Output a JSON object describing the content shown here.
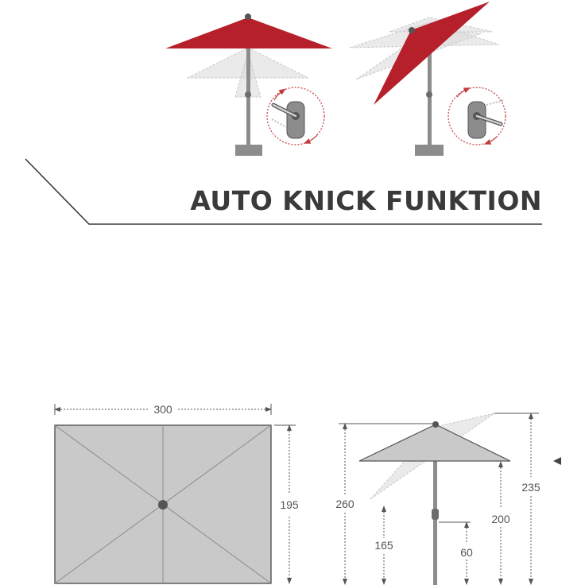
{
  "title": "AUTO KNICK FUNKTION",
  "colors": {
    "canopy_red": "#b5202a",
    "canopy_grey": "#c9c9c9",
    "pole": "#8c8c8c",
    "text": "#3a3a3a",
    "accent_dashed": "#c23b3b"
  },
  "icons": [
    "umbrella-upright-icon",
    "umbrella-tilted-icon",
    "crank-tilt-mechanism-icon",
    "rotate-arrows-icon"
  ],
  "dimensions": {
    "width": "300",
    "depth": "195",
    "total_height": "260",
    "canopy_edge_height": "200",
    "tilt_height": "235",
    "min_clearance": "165",
    "crank_height": "60"
  }
}
